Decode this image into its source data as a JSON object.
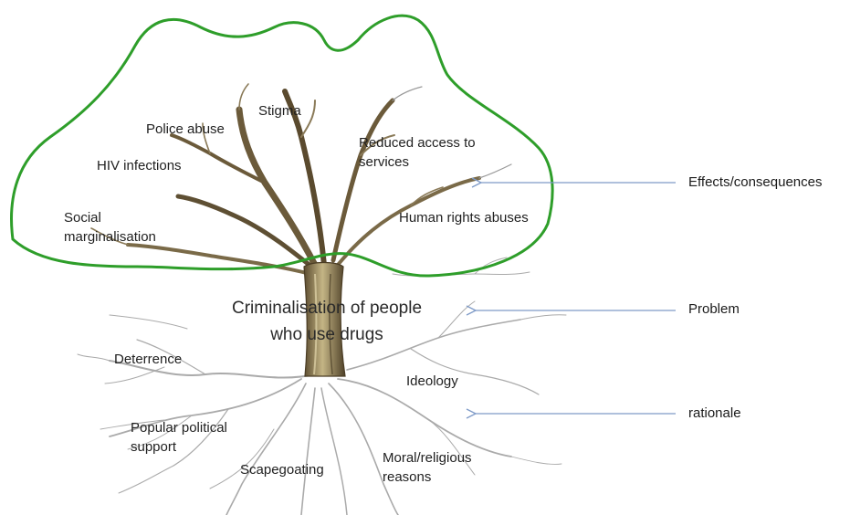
{
  "title": "",
  "center_problem": {
    "line1": "Criminalisation of people",
    "line2": "who use drugs"
  },
  "effects": {
    "stigma": "Stigma",
    "police_abuse": "Police abuse",
    "hiv_infections": "HIV infections",
    "reduced_access_line1": "Reduced access to",
    "reduced_access_line2": "services",
    "social_marginalisation_line1": "Social",
    "social_marginalisation_line2": "marginalisation",
    "human_rights_abuses": "Human rights abuses"
  },
  "rationale_roots": {
    "deterrence": "Deterrence",
    "popular_support_line1": "Popular political",
    "popular_support_line2": "support",
    "scapegoating": "Scapegoating",
    "ideology": "Ideology",
    "moral_line1": "Moral/religious",
    "moral_line2": "reasons"
  },
  "side_labels": {
    "effects_consequences": "Effects/consequences",
    "problem": "Problem",
    "rationale": "rationale"
  },
  "colors": {
    "outline_green": "#2e9e2a",
    "arrow_blue": "#7f9bc8",
    "trunk_brown": "#6b5a3a",
    "trunk_light": "#b7a77a",
    "root_grey": "#a9a9a9"
  }
}
